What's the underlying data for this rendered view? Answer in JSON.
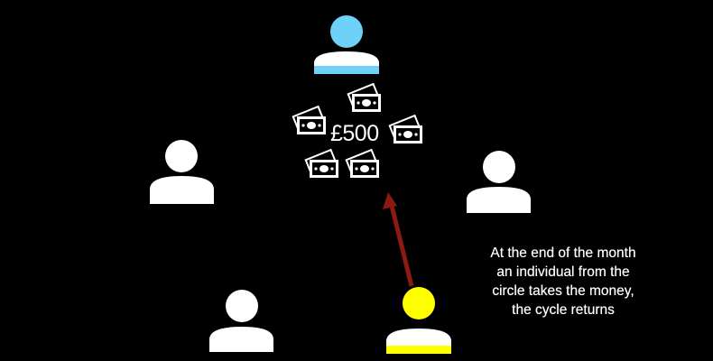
{
  "amount": "£500",
  "caption": [
    "At the end of the month",
    "an individual from the",
    "circle takes the money,",
    "the cycle returns"
  ],
  "colors": {
    "recipient": "#6fd0f8",
    "contributor": "#ffff00",
    "arrow": "#8b1a10",
    "person": "#ffffff",
    "background": "#000000"
  },
  "icons": [
    "person-icon",
    "banknote-icon",
    "arrow-icon"
  ]
}
